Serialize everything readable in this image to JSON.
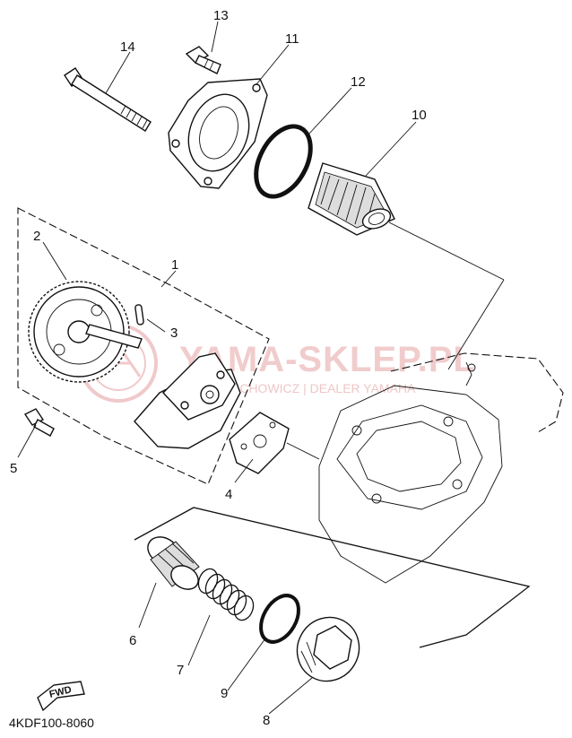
{
  "diagram": {
    "code": "4KDF100-8060",
    "fwd_label": "FWD",
    "watermark": {
      "title": "YAMA-SKLEP.PL",
      "subtitle": "ECHOWICZ | DEALER YAMAHA"
    },
    "callouts": [
      {
        "id": "1",
        "label": "1"
      },
      {
        "id": "2",
        "label": "2"
      },
      {
        "id": "3",
        "label": "3"
      },
      {
        "id": "4",
        "label": "4"
      },
      {
        "id": "5",
        "label": "5"
      },
      {
        "id": "6",
        "label": "6"
      },
      {
        "id": "7",
        "label": "7"
      },
      {
        "id": "8",
        "label": "8"
      },
      {
        "id": "9",
        "label": "9"
      },
      {
        "id": "10",
        "label": "10"
      },
      {
        "id": "11",
        "label": "11"
      },
      {
        "id": "12",
        "label": "12"
      },
      {
        "id": "13",
        "label": "13"
      },
      {
        "id": "14",
        "label": "14"
      }
    ]
  }
}
